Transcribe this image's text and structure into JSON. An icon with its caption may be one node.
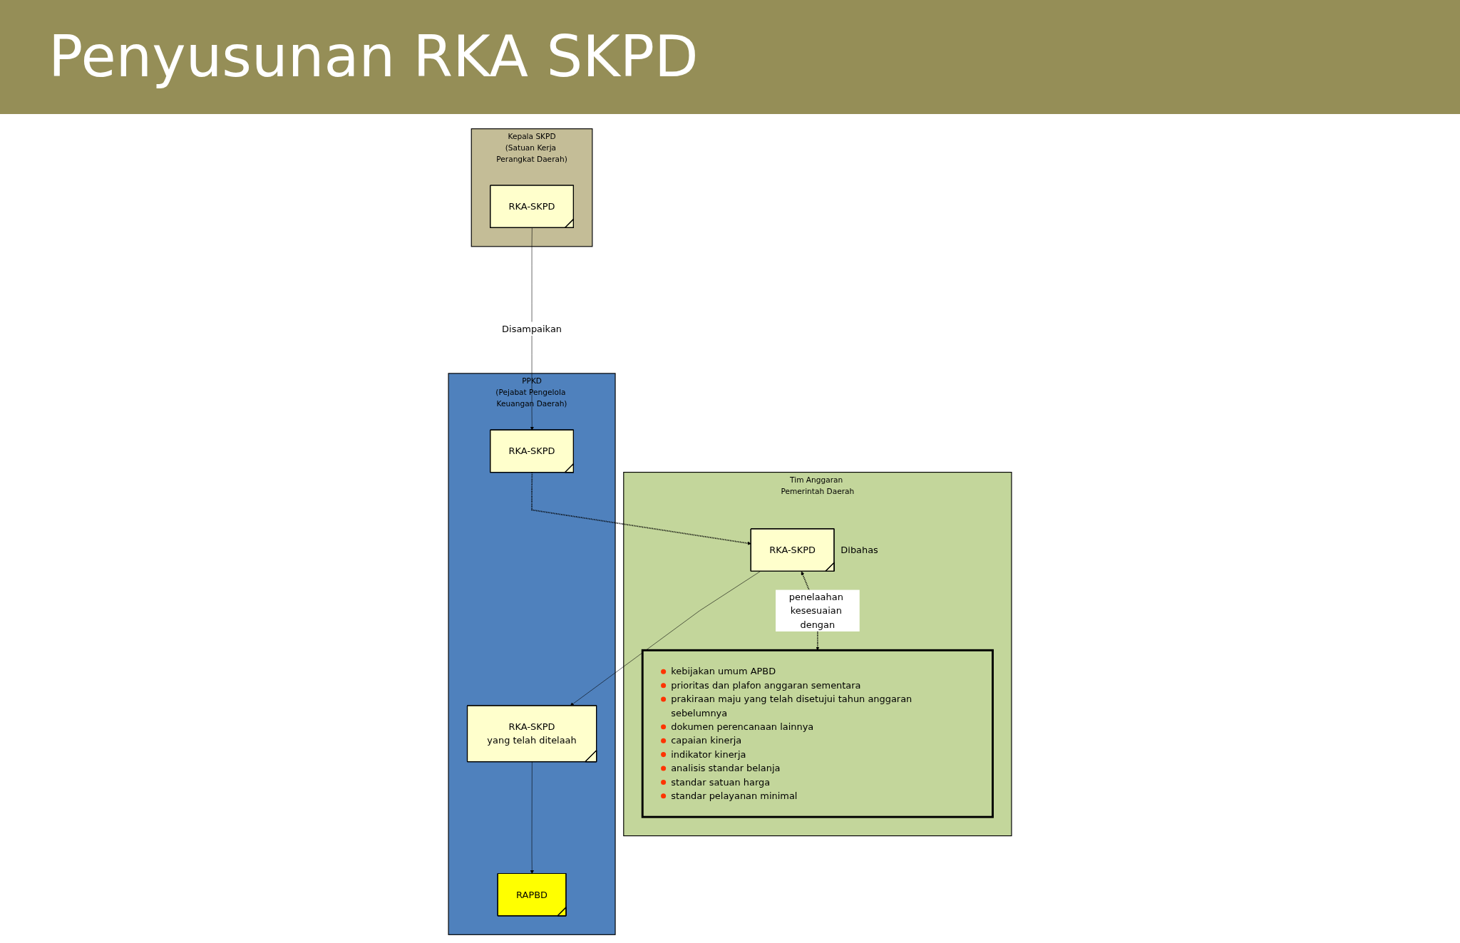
{
  "diagram": {
    "title": "Penyusunan RKA SKPD",
    "nodes": [
      {
        "text": [
          "Kepala SKPD",
          "(Satuan Kerja Perangkat Daerah)"
        ]
      },
      {
        "text": [
          "PPKD",
          "(Pejabat Pengelola Keuangan Daerah)"
        ]
      },
      {
        "text": [
          "Tim Anggaran Pemerintah Daerah"
        ]
      },
      {
        "text": [
          "RKA-SKPD"
        ],
        "in": 0
      },
      {
        "text": [
          "RKA-SKPD"
        ],
        "in": 1
      },
      {
        "text": [
          "RKA-SKPD"
        ],
        "in": 2,
        "beside": [
          "Dibahas"
        ]
      },
      {
        "text": [
          "RKA-SKPD",
          "yang telah ditelaah"
        ],
        "in": 1
      },
      {
        "text": [
          "kebijakan umum APBD",
          "prioritas dan plafon anggaran sementara",
          "prakiraan maju yang telah disetujui tahun anggaran sebelumnya",
          "dokumen perencanaan lainnya",
          "capaian kinerja",
          "indikator kinerja",
          "analisis standar belanja",
          "standar satuan harga",
          "standar pelayanan minimal"
        ],
        "in": 2
      },
      {
        "text": [
          "RAPBD"
        ],
        "in": 1
      }
    ],
    "edges": [
      {
        "from": 3,
        "to": 4,
        "arrow": "to",
        "label": "Disampaikan"
      },
      {
        "from": 4,
        "to": 5,
        "arrow": "to",
        "style": "dashed"
      },
      {
        "from": 5,
        "to": 7,
        "arrow": "both",
        "style": "dashed",
        "label": "penelaahan kesesuaian dengan"
      },
      {
        "from": 5,
        "to": 6,
        "arrow": "to"
      },
      {
        "from": 6,
        "to": 8,
        "arrow": "to"
      }
    ]
  }
}
